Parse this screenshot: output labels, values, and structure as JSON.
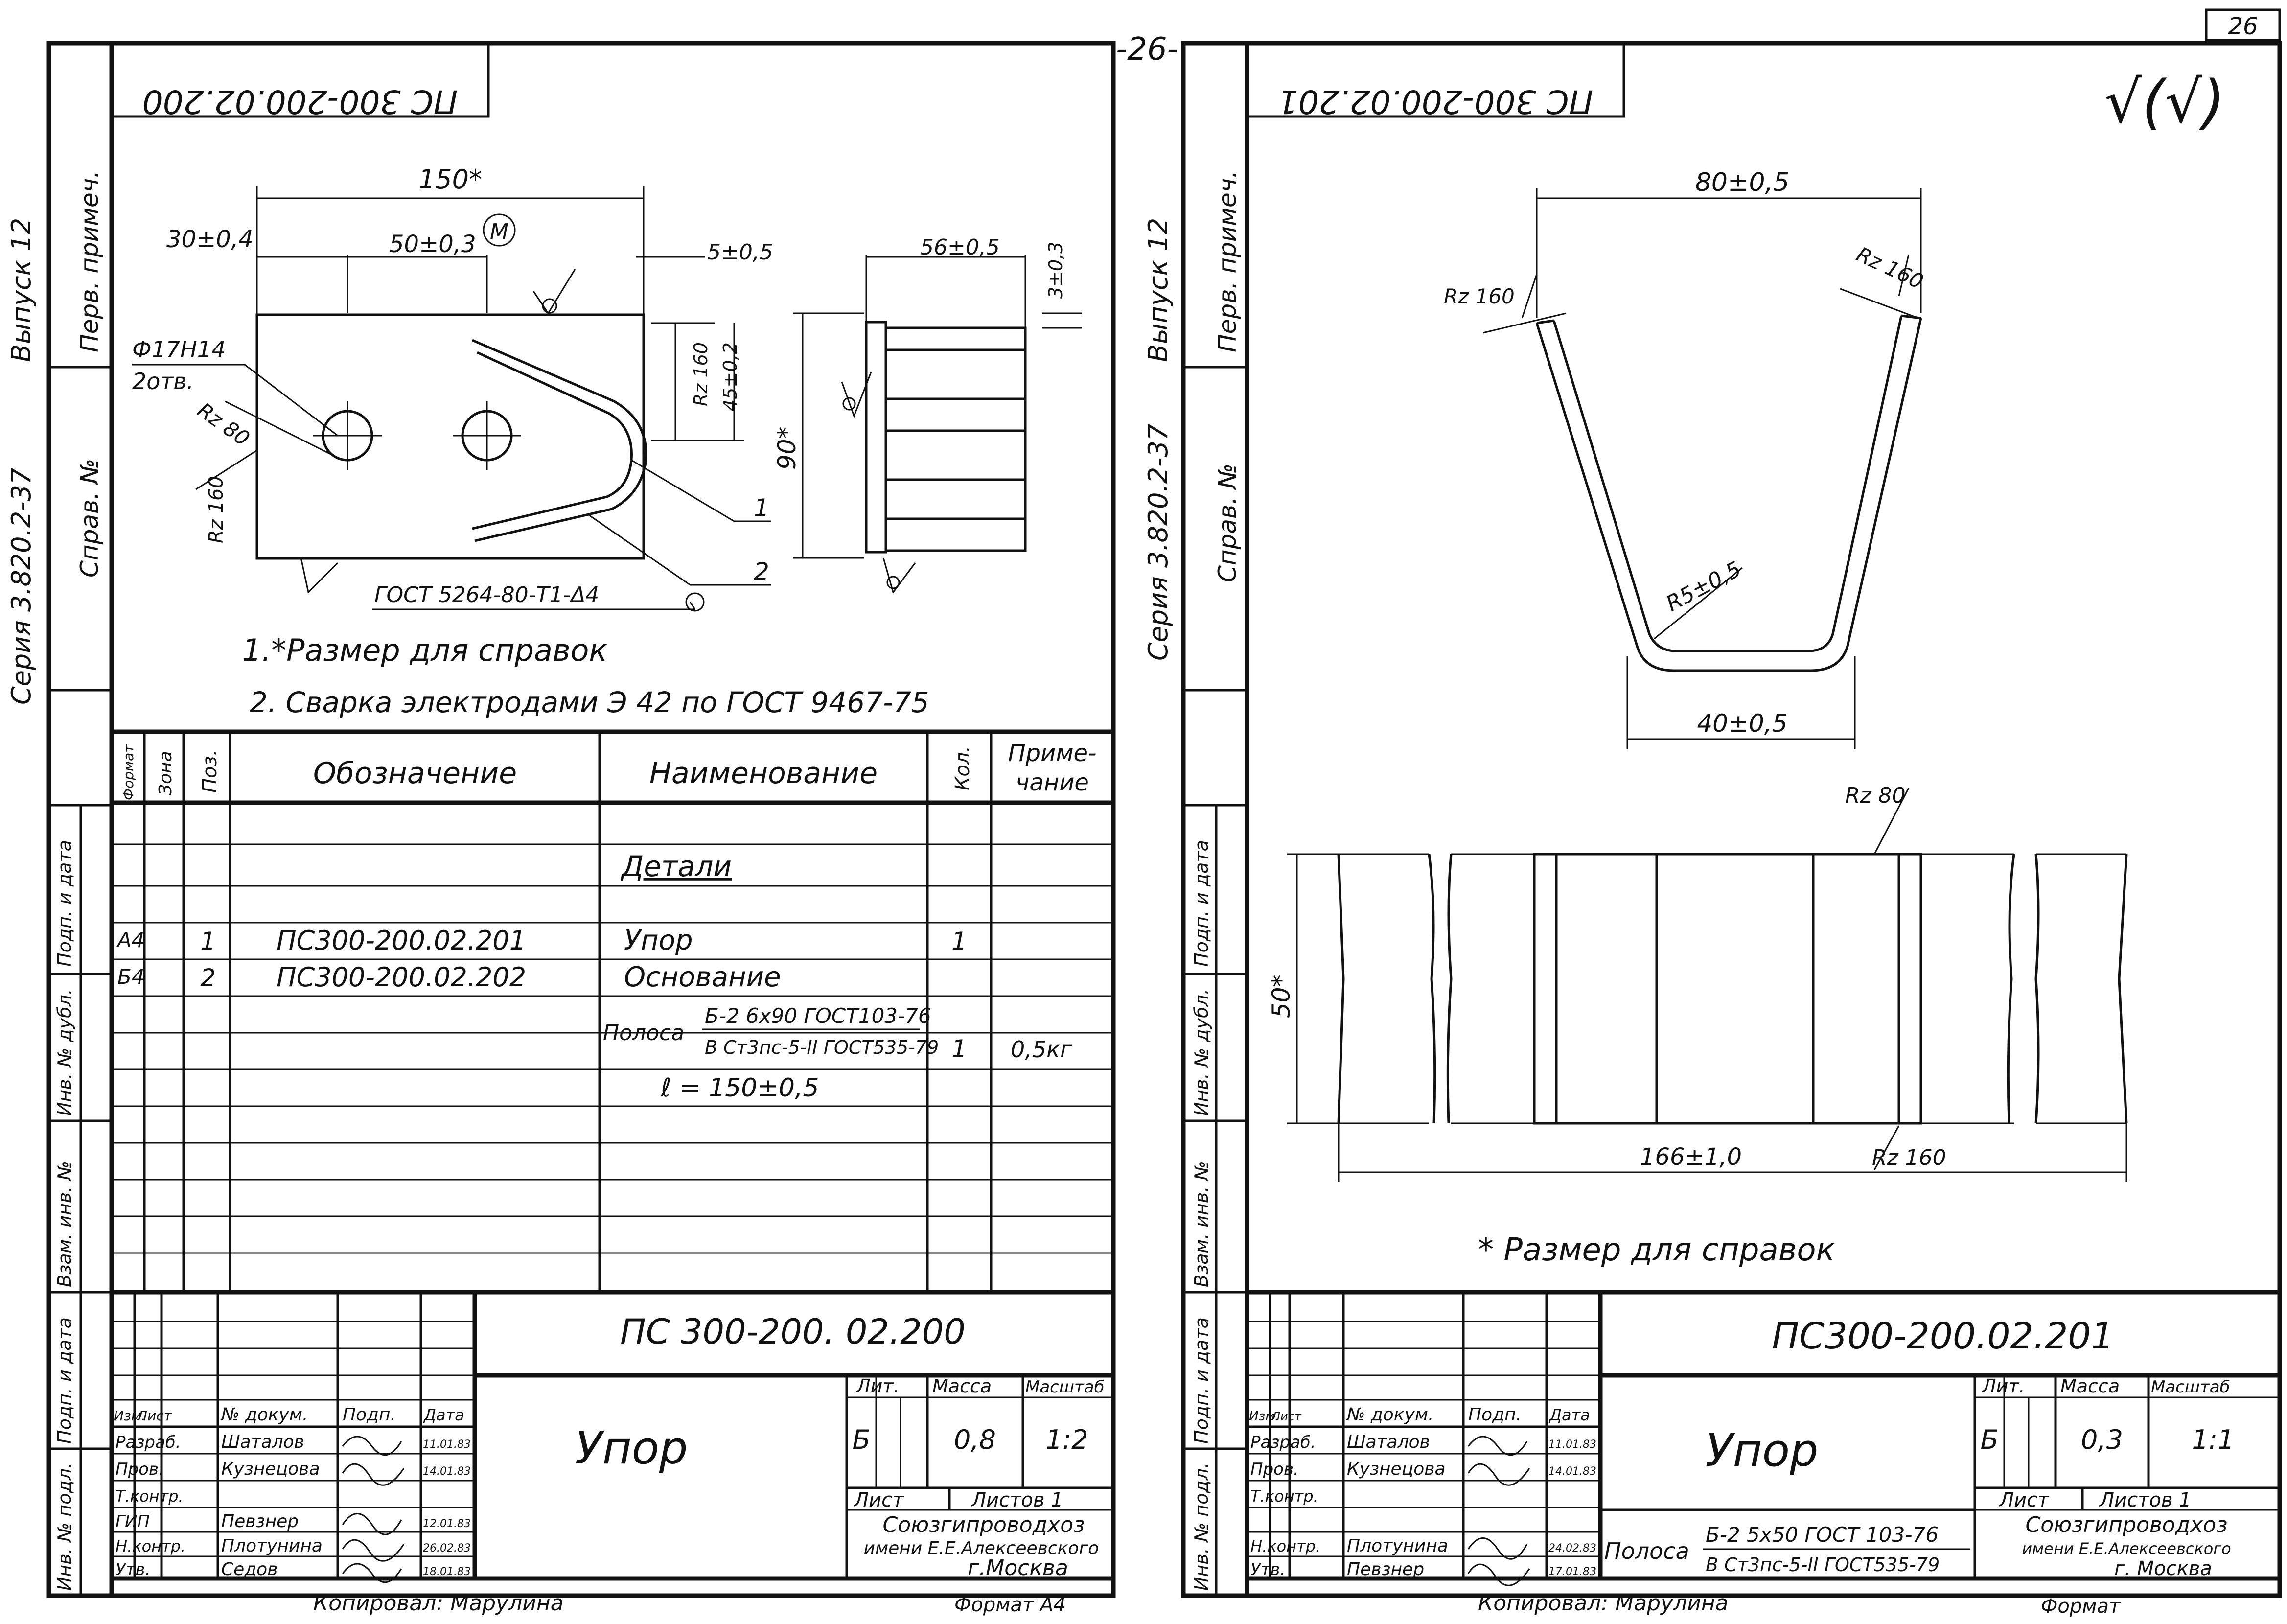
{
  "page_number_center": "-26-",
  "page_number_corner": "26",
  "left_sheet": {
    "side_strip": {
      "series": "Серия 3.820.2-37",
      "issue": "Выпуск 12",
      "first_use": "Перв. примеч.",
      "ref_no": "Справ. №",
      "fields": [
        "Подп. и дата",
        "Инв. № дубл.",
        "Взам. инв. №",
        "Подп. и дата",
        "Инв. № подл."
      ]
    },
    "mirror_code": "ПС 300-200.02.200",
    "drawing": {
      "dim_150": "150*",
      "dim_30": "30±0,4",
      "dim_50": "50±0,3",
      "mark_m": "M",
      "dim_5": "5±0,5",
      "dim_56": "56±0,5",
      "dim_3": "3±0,3",
      "hole": "Ф17Н14",
      "hole_count": "2отв.",
      "rz80": "Rz 80",
      "rz160a": "Rz 160",
      "rz160b": "Rz 160",
      "dim_45": "45±0,2",
      "dim_90": "90*",
      "weld": "ГОСТ 5264-80-Т1-Δ4",
      "pos1": "1",
      "pos2": "2",
      "note1": "1.*Размер для справок",
      "note2": "2. Сварка электродами Э 42 по ГОСТ 9467-75"
    },
    "spec": {
      "headers": [
        "Формат",
        "Зона",
        "Поз.",
        "Обозначение",
        "Наименование",
        "Кол.",
        "Приме-",
        "чание"
      ],
      "section": "Детали",
      "rows": [
        {
          "format": "А4",
          "pos": "1",
          "code": "ПС300-200.02.201",
          "name": "Упор",
          "qty": "1",
          "note": ""
        },
        {
          "format": "Б4",
          "pos": "2",
          "code": "ПС300-200.02.202",
          "name": "Основание",
          "qty": "",
          "note": ""
        }
      ],
      "material_top": "Б-2 6х90 ГОСТ103-76",
      "material_word": "Полоса",
      "material_bottom": "В Ст3пс-5-II ГОСТ535-79",
      "material_qty": "1",
      "material_note": "0,5кг",
      "length": "ℓ = 150±0,5"
    },
    "title_block": {
      "code": "ПС 300-200. 02.200",
      "name": "Упор",
      "col_heads": [
        "Изм.",
        "Лист",
        "№ докум.",
        "Подп.",
        "Дата"
      ],
      "roles": [
        "Разраб.",
        "Пров.",
        "Т.контр.",
        "ГИП",
        "Н.контр.",
        "Утв."
      ],
      "names": [
        "Шаталов",
        "Кузнецова",
        "",
        "Певзнер",
        "Плотунина",
        "Седов"
      ],
      "dates": [
        "11.01.83",
        "14.01.83",
        "",
        "12.01.83",
        "26.02.83",
        "18.01.83"
      ],
      "lit_head": "Лит.",
      "mass_head": "Масса",
      "scale_head": "Масштаб",
      "lit": "Б",
      "mass": "0,8",
      "scale": "1:2",
      "sheet": "Лист",
      "sheets": "Листов 1",
      "org1": "Союзгипроводхоз",
      "org2": "имени Е.Е.Алексеевского",
      "org3": "г.Москва",
      "copied": "Копировал: Марулина",
      "format": "Формат А4"
    }
  },
  "right_sheet": {
    "side_strip": {
      "series": "Серия 3.820.2-37",
      "issue": "Выпуск 12",
      "first_use": "Перв. примеч.",
      "ref_no": "Справ. №",
      "fields": [
        "Подп. и дата",
        "Инв. № дубл.",
        "Взам. инв. №",
        "Подп. и дата",
        "Инв. № подл."
      ]
    },
    "mirror_code": "ПС 300-200.02.201",
    "roughness_sign": "√(√)",
    "drawing": {
      "dim_80": "80±0,5",
      "rz160a": "Rz 160",
      "rz160b": "Rz 160",
      "r5": "R5±0,5",
      "dim_40": "40±0,5",
      "rz80": "Rz 80",
      "dim_50": "50*",
      "dim_166": "166±1,0",
      "rz160c": "Rz 160",
      "note": "* Размер для справок"
    },
    "title_block": {
      "code": "ПС300-200.02.201",
      "name": "Упор",
      "col_heads": [
        "Изм.",
        "Лист",
        "№ докум.",
        "Подп.",
        "Дата"
      ],
      "roles": [
        "Разраб.",
        "Пров.",
        "Т.контр.",
        "",
        "Н.контр.",
        "Утв."
      ],
      "names": [
        "Шаталов",
        "Кузнецова",
        "",
        "",
        "Плотунина",
        "Певзнер"
      ],
      "dates": [
        "11.01.83",
        "14.01.83",
        "",
        "",
        "24.02.83",
        "17.01.83"
      ],
      "lit_head": "Лит.",
      "mass_head": "Масса",
      "scale_head": "Масштаб",
      "lit": "Б",
      "mass": "0,3",
      "scale": "1:1",
      "sheet": "Лист",
      "sheets": "Листов 1",
      "material_word": "Полоса",
      "material_top": "Б-2 5х50 ГОСТ 103-76",
      "material_bottom": "В Ст3пс-5-II ГОСТ535-79",
      "org1": "Союзгипроводхоз",
      "org2": "имени Е.Е.Алексеевского",
      "org3": "г. Москва",
      "copied": "Копировал: Марулина",
      "format": "Формат"
    }
  }
}
